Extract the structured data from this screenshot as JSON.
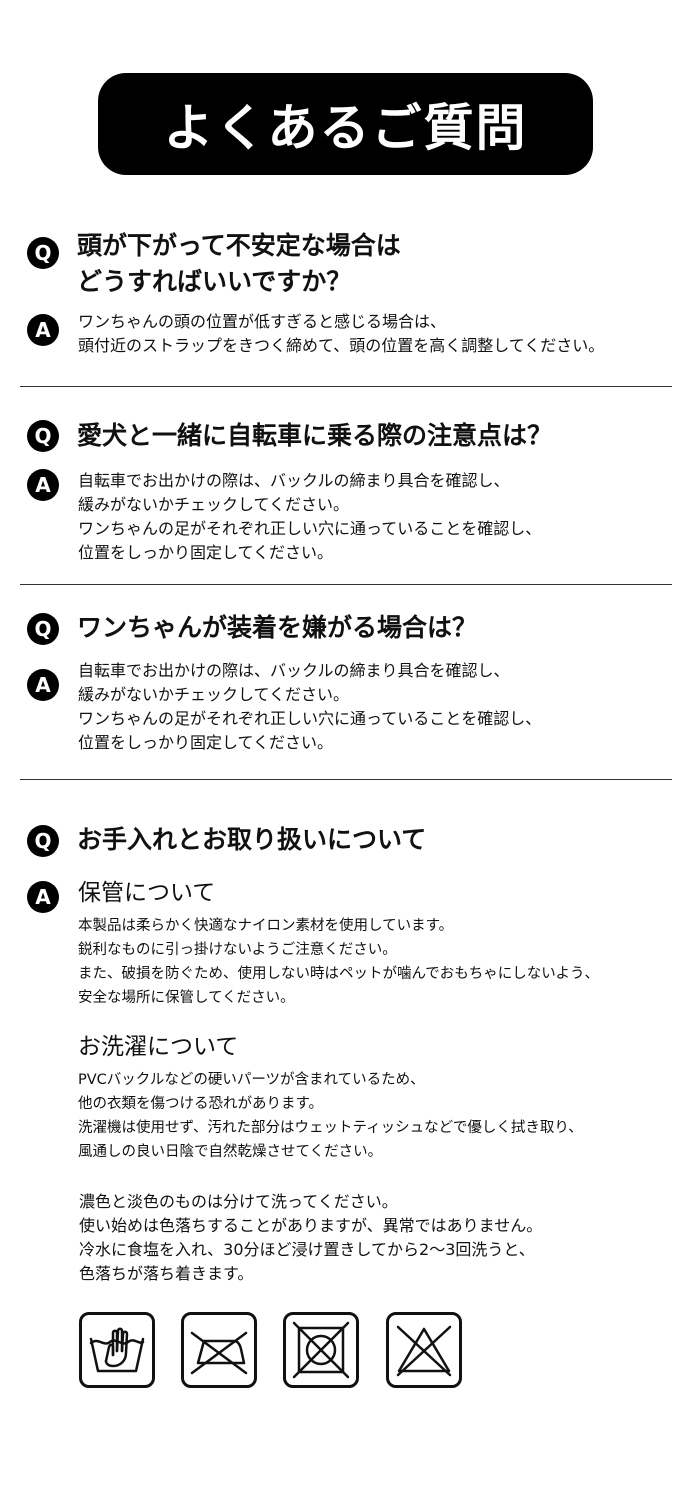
{
  "title": "よくあるご質問",
  "q_badge": "Q",
  "a_badge": "A",
  "faq": [
    {
      "question": [
        "頭が下がって不安定な場合は",
        "どうすればいいですか？"
      ],
      "answer": [
        "ワンちゃんの頭の位置が低すぎると感じる場合は、",
        "頭付近のストラップをきつく締めて、頭の位置を高く調整してください。"
      ]
    },
    {
      "question": [
        "愛犬と一緒に自転車に乗る際の注意点は？"
      ],
      "answer": [
        "自転車でお出かけの際は、バックルの締まり具合を確認し、",
        "緩みがないかチェックしてください。",
        "ワンちゃんの足がそれぞれ正しい穴に通っていることを確認し、",
        "位置をしっかり固定してください。"
      ]
    },
    {
      "question": [
        "ワンちゃんが装着を嫌がる場合は？"
      ],
      "answer": [
        "自転車でお出かけの際は、バックルの締まり具合を確認し、",
        "緩みがないかチェックしてください。",
        "ワンちゃんの足がそれぞれ正しい穴に通っていることを確認し、",
        "位置をしっかり固定してください。"
      ]
    },
    {
      "question": [
        "お手入れとお取り扱いについて"
      ],
      "storage": {
        "heading": "保管について",
        "lines": [
          "本製品は柔らかく快適なナイロン素材を使用しています。",
          "鋭利なものに引っ掛けないようご注意ください。",
          "また、破損を防ぐため、使用しない時はペットが噛んでおもちゃにしないよう、",
          "安全な場所に保管してください。"
        ]
      },
      "washing": {
        "heading": "お洗濯について",
        "lines": [
          "PVCバックルなどの硬いパーツが含まれているため、",
          "他の衣類を傷つける恐れがあります。",
          "洗濯機は使用せず、汚れた部分はウェットティッシュなどで優しく拭き取り、",
          "風通しの良い日陰で自然乾燥させてください。"
        ]
      },
      "color_note": [
        "濃色と淡色のものは分けて洗ってください。",
        "使い始めは色落ちすることがありますが、異常ではありません。",
        "冷水に食塩を入れ、30分ほど浸け置きしてから2～3回洗うと、",
        "色落ちが落ち着きます。"
      ]
    }
  ],
  "care_icons": [
    "hand-wash-icon",
    "no-ironing-icon",
    "no-tumble-dry-icon",
    "no-bleach-icon"
  ]
}
